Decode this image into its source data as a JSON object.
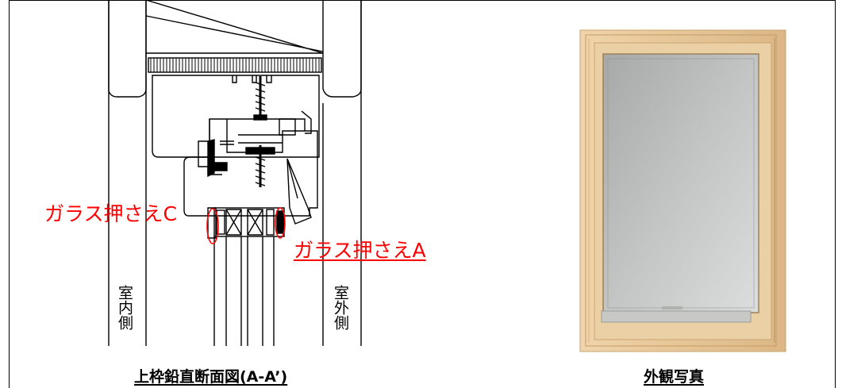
{
  "labels": {
    "glass_stop_c": "ガラス押さえC",
    "glass_stop_a": "ガラス押さえA",
    "interior_side": "室内側",
    "exterior_side": "室外側"
  },
  "captions": {
    "section_drawing": "上枠鉛直断面図(A-A’)",
    "photo": "外観写真"
  },
  "colors": {
    "annotation": "#ff0000",
    "line": "#000000",
    "wood": "#e8c9a0",
    "glass": "#b9bbb9"
  }
}
